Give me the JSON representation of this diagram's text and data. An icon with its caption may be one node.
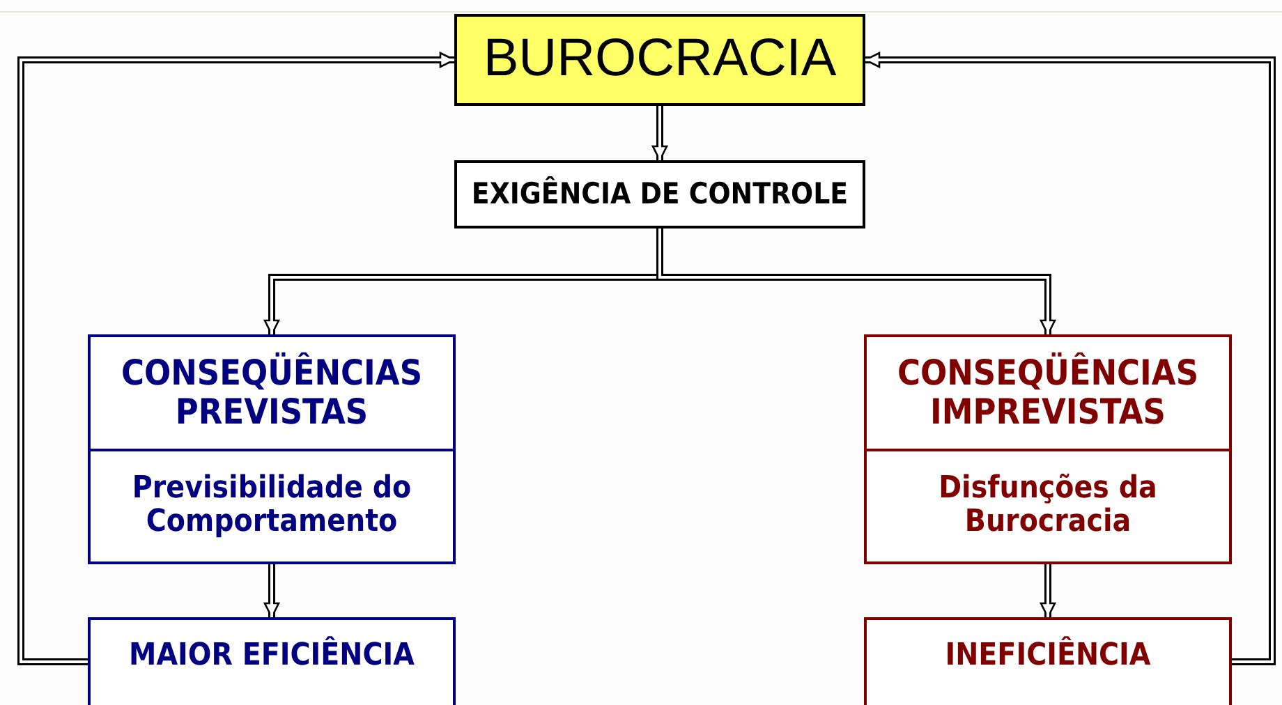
{
  "diagram": {
    "nodes": [
      {
        "text": [
          "BUROCRACIA"
        ]
      },
      {
        "text": [
          "EXIGÊNCIA DE CONTROLE"
        ]
      },
      {
        "text": [
          "CONSEQÜÊNCIAS PREVISTAS",
          "Previsibilidade do Comportamento"
        ]
      },
      {
        "text": [
          "CONSEQÜÊNCIAS IMPREVISTAS",
          "Disfunções da Burocracia"
        ]
      },
      {
        "text": [
          "MAIOR EFICIÊNCIA"
        ]
      },
      {
        "text": [
          "INEFICIÊNCIA"
        ]
      }
    ],
    "edges": [
      {
        "from": 0,
        "to": 1,
        "arrow": "to"
      },
      {
        "from": 1,
        "to": 2,
        "arrow": "to"
      },
      {
        "from": 1,
        "to": 3,
        "arrow": "to"
      },
      {
        "from": 2,
        "to": 4,
        "arrow": "to"
      },
      {
        "from": 3,
        "to": 5,
        "arrow": "to"
      },
      {
        "from": 4,
        "to": 0,
        "arrow": "to"
      },
      {
        "from": 5,
        "to": 0,
        "arrow": "to"
      }
    ]
  }
}
